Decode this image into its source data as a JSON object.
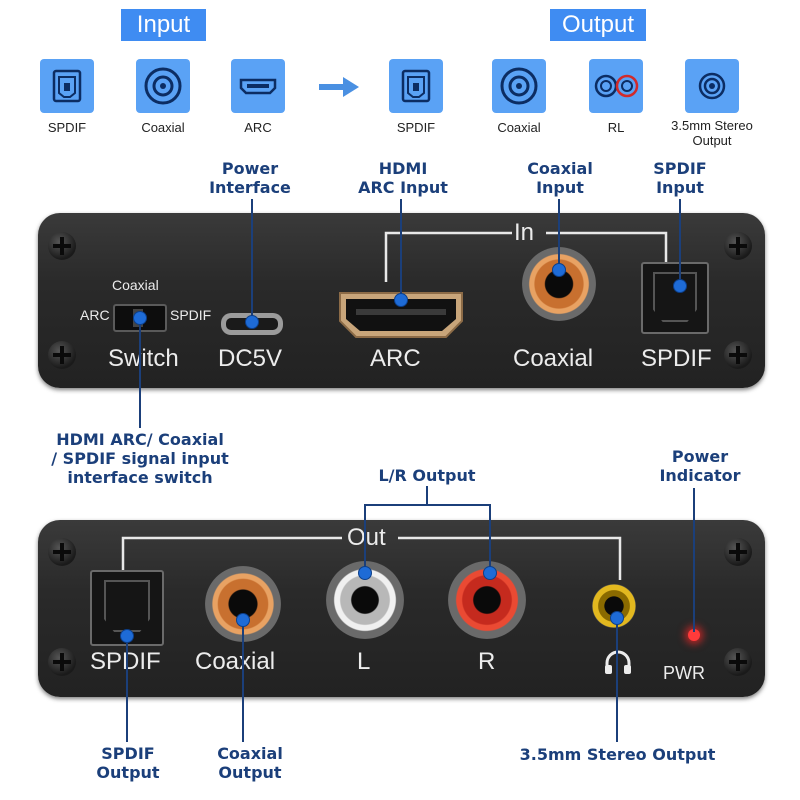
{
  "header": {
    "input_label": "Input",
    "output_label": "Output",
    "inputs": [
      {
        "icon": "spdif-port-icon",
        "label": "SPDIF"
      },
      {
        "icon": "coaxial-port-icon",
        "label": "Coaxial"
      },
      {
        "icon": "hdmi-port-icon",
        "label": "ARC"
      }
    ],
    "outputs": [
      {
        "icon": "spdif-port-icon",
        "label": "SPDIF"
      },
      {
        "icon": "coaxial-port-icon",
        "label": "Coaxial"
      },
      {
        "icon": "rca-rl-icon",
        "label": "RL"
      },
      {
        "icon": "stereo-jack-icon",
        "label": "3.5mm Stereo\nOutput"
      }
    ],
    "accent_color": "#3f8cf2"
  },
  "front_panel": {
    "callouts": {
      "power": "Power\nInterface",
      "hdmi": "HDMI\nARC Input",
      "coaxial": "Coaxial\nInput",
      "spdif": "SPDIF\nInput",
      "switch": "HDMI ARC/ Coaxial\n/ SPDIF signal input\ninterface switch"
    },
    "labels": {
      "in": "In",
      "switch_top": "Coaxial",
      "switch_left": "ARC",
      "switch_right": "SPDIF",
      "switch": "Switch",
      "dc": "DC5V",
      "arc": "ARC",
      "coaxial": "Coaxial",
      "spdif": "SPDIF"
    }
  },
  "back_panel": {
    "callouts": {
      "lr": "L/R Output",
      "power_indicator": "Power\nIndicator",
      "spdif_out": "SPDIF\nOutput",
      "coaxial_out": "Coaxial\nOutput",
      "stereo_out": "3.5mm Stereo Output"
    },
    "labels": {
      "out": "Out",
      "spdif": "SPDIF",
      "coaxial": "Coaxial",
      "l": "L",
      "r": "R",
      "pwr": "PWR"
    }
  }
}
